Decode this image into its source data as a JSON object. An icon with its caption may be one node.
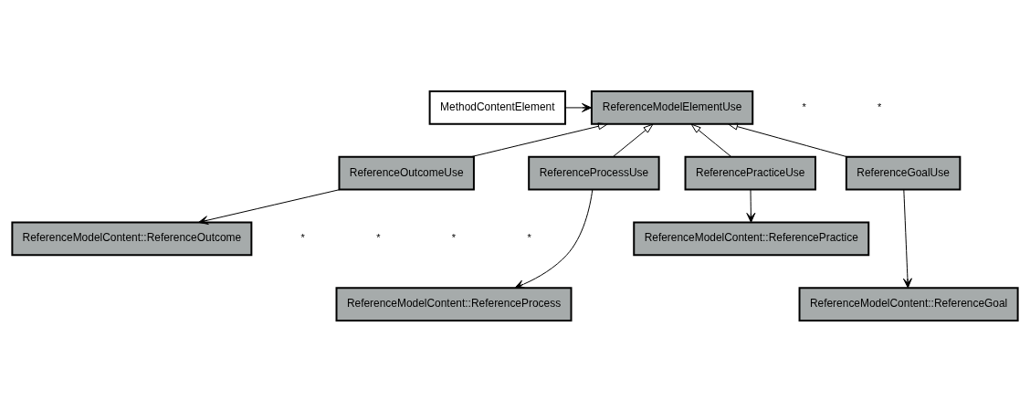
{
  "diagram": {
    "nodes": [
      {
        "text": [
          "MethodContentElement"
        ]
      },
      {
        "text": [
          "ReferenceModelElementUse"
        ]
      },
      {
        "text": [
          "ReferenceOutcomeUse"
        ]
      },
      {
        "text": [
          "ReferenceProcessUse"
        ]
      },
      {
        "text": [
          "ReferencePracticeUse"
        ]
      },
      {
        "text": [
          "ReferenceGoalUse"
        ]
      },
      {
        "text": [
          "ReferenceModelContent::ReferenceProcess"
        ]
      },
      {
        "text": [
          "ReferenceModelContent::ReferenceGoal"
        ]
      },
      {
        "text": [
          "ReferenceModelContent::ReferenceOutcome"
        ]
      },
      {
        "text": [
          "ReferenceModelContent::ReferencePractice"
        ]
      }
    ],
    "edges": [
      {
        "from": 0,
        "to": 1,
        "arrow": "to"
      },
      {
        "from": 2,
        "to": 1,
        "arrow": "to"
      },
      {
        "from": 3,
        "to": 1,
        "arrow": "to"
      },
      {
        "from": 4,
        "to": 1,
        "arrow": "to"
      },
      {
        "from": 5,
        "to": 1,
        "arrow": "to"
      },
      {
        "from": 2,
        "to": 8,
        "arrow": "to"
      },
      {
        "from": 3,
        "to": 6,
        "arrow": "to"
      },
      {
        "from": 4,
        "to": 9,
        "arrow": "to"
      },
      {
        "from": 5,
        "to": 7,
        "arrow": "to"
      }
    ],
    "labels": [
      "*",
      "*",
      "*",
      "*",
      "*",
      "*"
    ]
  }
}
